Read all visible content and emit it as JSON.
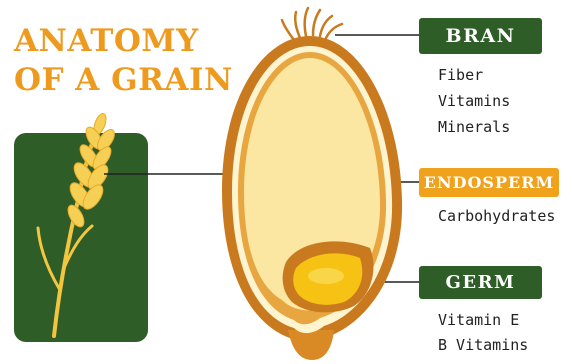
{
  "title": {
    "line1": "ANATOMY",
    "line2": "OF A GRAIN"
  },
  "parts": {
    "bran": {
      "label": "BRAN",
      "items": [
        "Fiber",
        "Vitamins",
        "Minerals"
      ]
    },
    "endosperm": {
      "label": "ENDOSPERM",
      "items": [
        "Carbohydrates"
      ]
    },
    "germ": {
      "label": "GERM",
      "items": [
        "Vitamin E",
        "B Vitamins"
      ]
    }
  },
  "colors": {
    "title_orange": "#ee9a1e",
    "dark_green": "#2e5d28",
    "endosperm_orange": "#f0a21c",
    "bran_brown": "#c97a1e",
    "endosperm_fill": "#fbe6a2",
    "germ_yellow": "#f6c315"
  },
  "icons": {
    "wheat": "wheat-stalk-icon",
    "grain": "grain-kernel-illustration"
  }
}
